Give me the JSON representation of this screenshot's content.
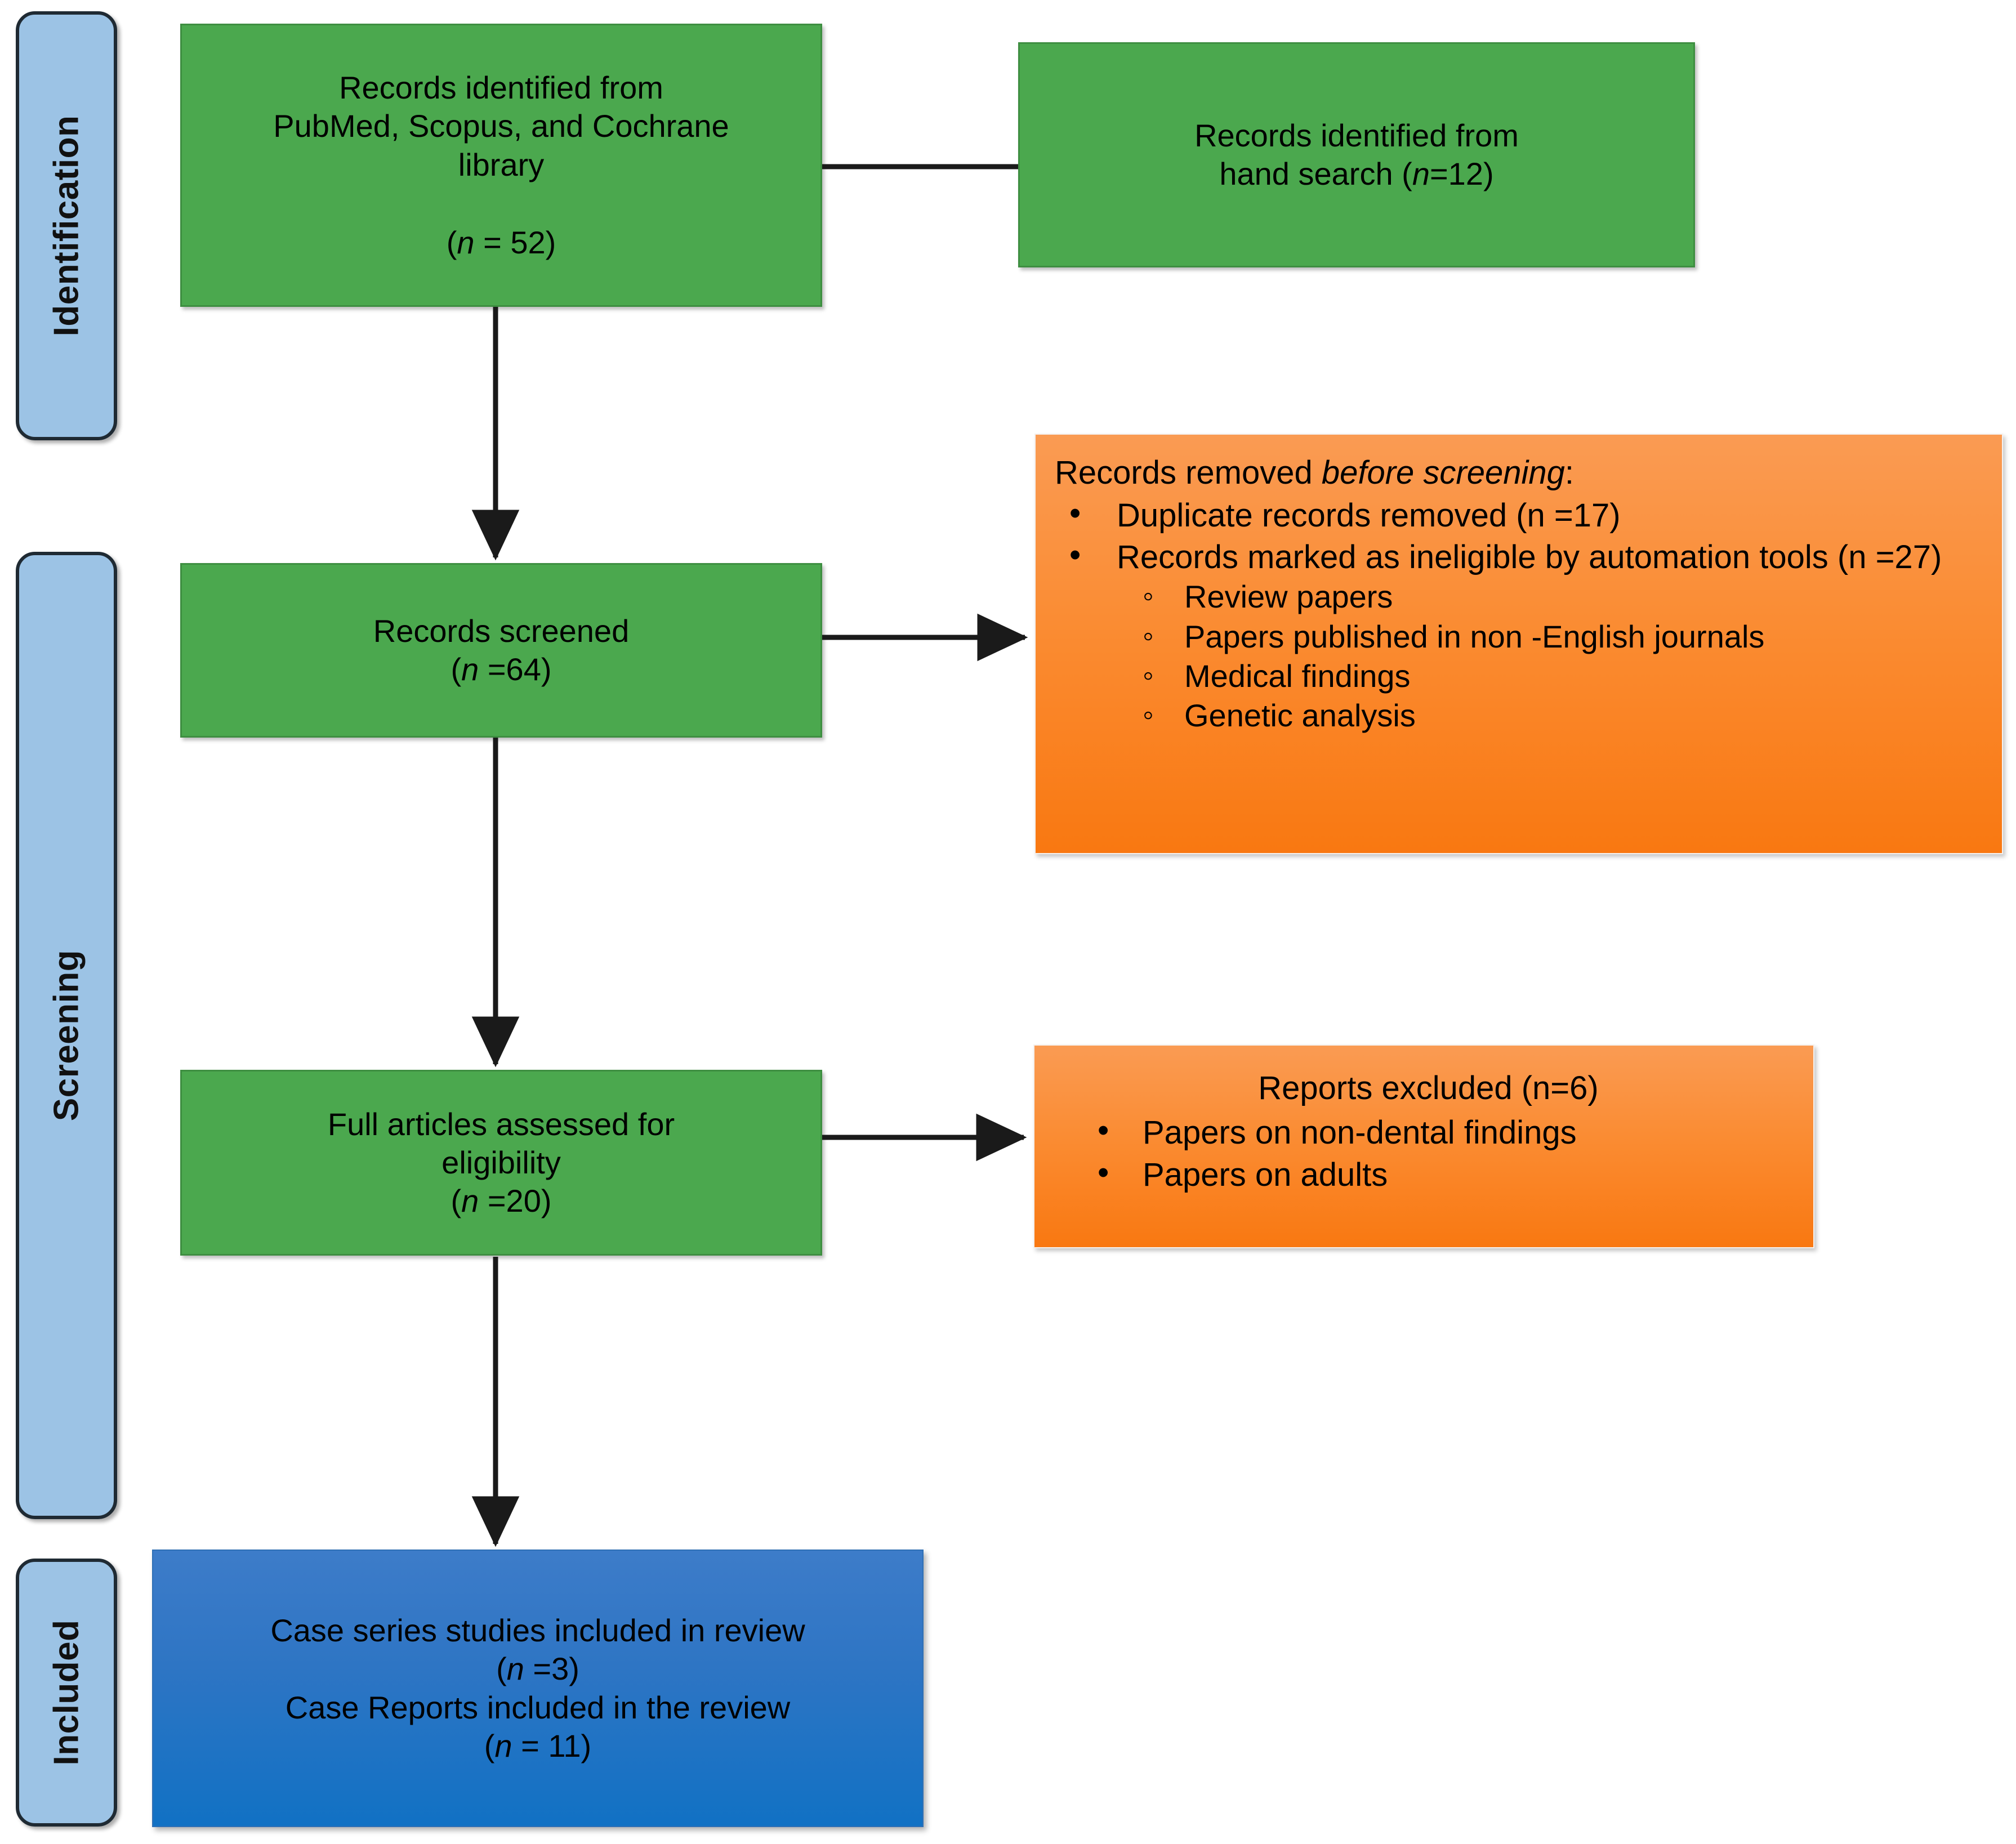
{
  "diagram": {
    "title": "PRISMA flow diagram",
    "colors": {
      "stage_tab": "#9CC3E5",
      "stage_tab_border": "#1F2A33",
      "identification_box": "#4BA84E",
      "excluded_box_top": "#FA9B53",
      "excluded_box_bottom": "#F97811",
      "included_box_top": "#3D7CC9",
      "included_box_bottom": "#1171C4",
      "connector": "#1A1A1A"
    },
    "stages": [
      {
        "id": "identification",
        "label": "Identification"
      },
      {
        "id": "screening",
        "label": "Screening"
      },
      {
        "id": "included",
        "label": "Included"
      }
    ],
    "boxes": {
      "records_identified": {
        "line1": "Records identified from",
        "line2": "PubMed, Scopus, and Cochrane",
        "line3": "library",
        "count_prefix": "(",
        "count_italic": "n",
        "count_suffix": " = 52)"
      },
      "hand_search": {
        "line1": "Records identified from",
        "line2_prefix": "hand search (",
        "line2_italic": "n",
        "line2_suffix": "=12)"
      },
      "records_screened": {
        "line1": "Records screened",
        "count_prefix": "(",
        "count_italic": "n",
        "count_suffix": " =64)"
      },
      "records_removed": {
        "heading_prefix": "Records removed ",
        "heading_italic": "before screening",
        "heading_suffix": ":",
        "items": [
          {
            "text": "Duplicate records removed (n =17)",
            "subitems": []
          },
          {
            "text": "Records marked as ineligible by automation tools (n =27)",
            "subitems": [
              "Review papers",
              "Papers published in non -English journals",
              "Medical findings",
              "Genetic analysis"
            ]
          }
        ]
      },
      "full_articles": {
        "line1": "Full articles assessed for",
        "line2": "eligibility",
        "count_prefix": "(",
        "count_italic": "n",
        "count_suffix": " =20)"
      },
      "reports_excluded": {
        "heading": "Reports excluded (n=6)",
        "items": [
          "Papers on non-dental findings",
          "Papers on adults"
        ]
      },
      "included_studies": {
        "line1": "Case series studies included in review",
        "count1_prefix": "(",
        "count1_italic": "n",
        "count1_suffix": " =3)",
        "line2": "Case Reports included in the review",
        "count2_prefix": "(",
        "count2_italic": "n",
        "count2_suffix": " = 11)"
      }
    },
    "connectors": [
      {
        "id": "identified-to-handsearch",
        "from": "records_identified",
        "to": "hand_search",
        "arrowhead": false,
        "direction": "horizontal"
      },
      {
        "id": "identified-to-screened",
        "from": "records_identified",
        "to": "records_screened",
        "arrowhead": true,
        "direction": "vertical"
      },
      {
        "id": "screened-to-removed",
        "from": "records_screened",
        "to": "records_removed",
        "arrowhead": true,
        "direction": "horizontal"
      },
      {
        "id": "screened-to-fullarticles",
        "from": "records_screened",
        "to": "full_articles",
        "arrowhead": true,
        "direction": "vertical"
      },
      {
        "id": "fullarticles-to-excluded",
        "from": "full_articles",
        "to": "reports_excluded",
        "arrowhead": true,
        "direction": "horizontal"
      },
      {
        "id": "fullarticles-to-included",
        "from": "full_articles",
        "to": "included_studies",
        "arrowhead": true,
        "direction": "vertical"
      }
    ]
  }
}
